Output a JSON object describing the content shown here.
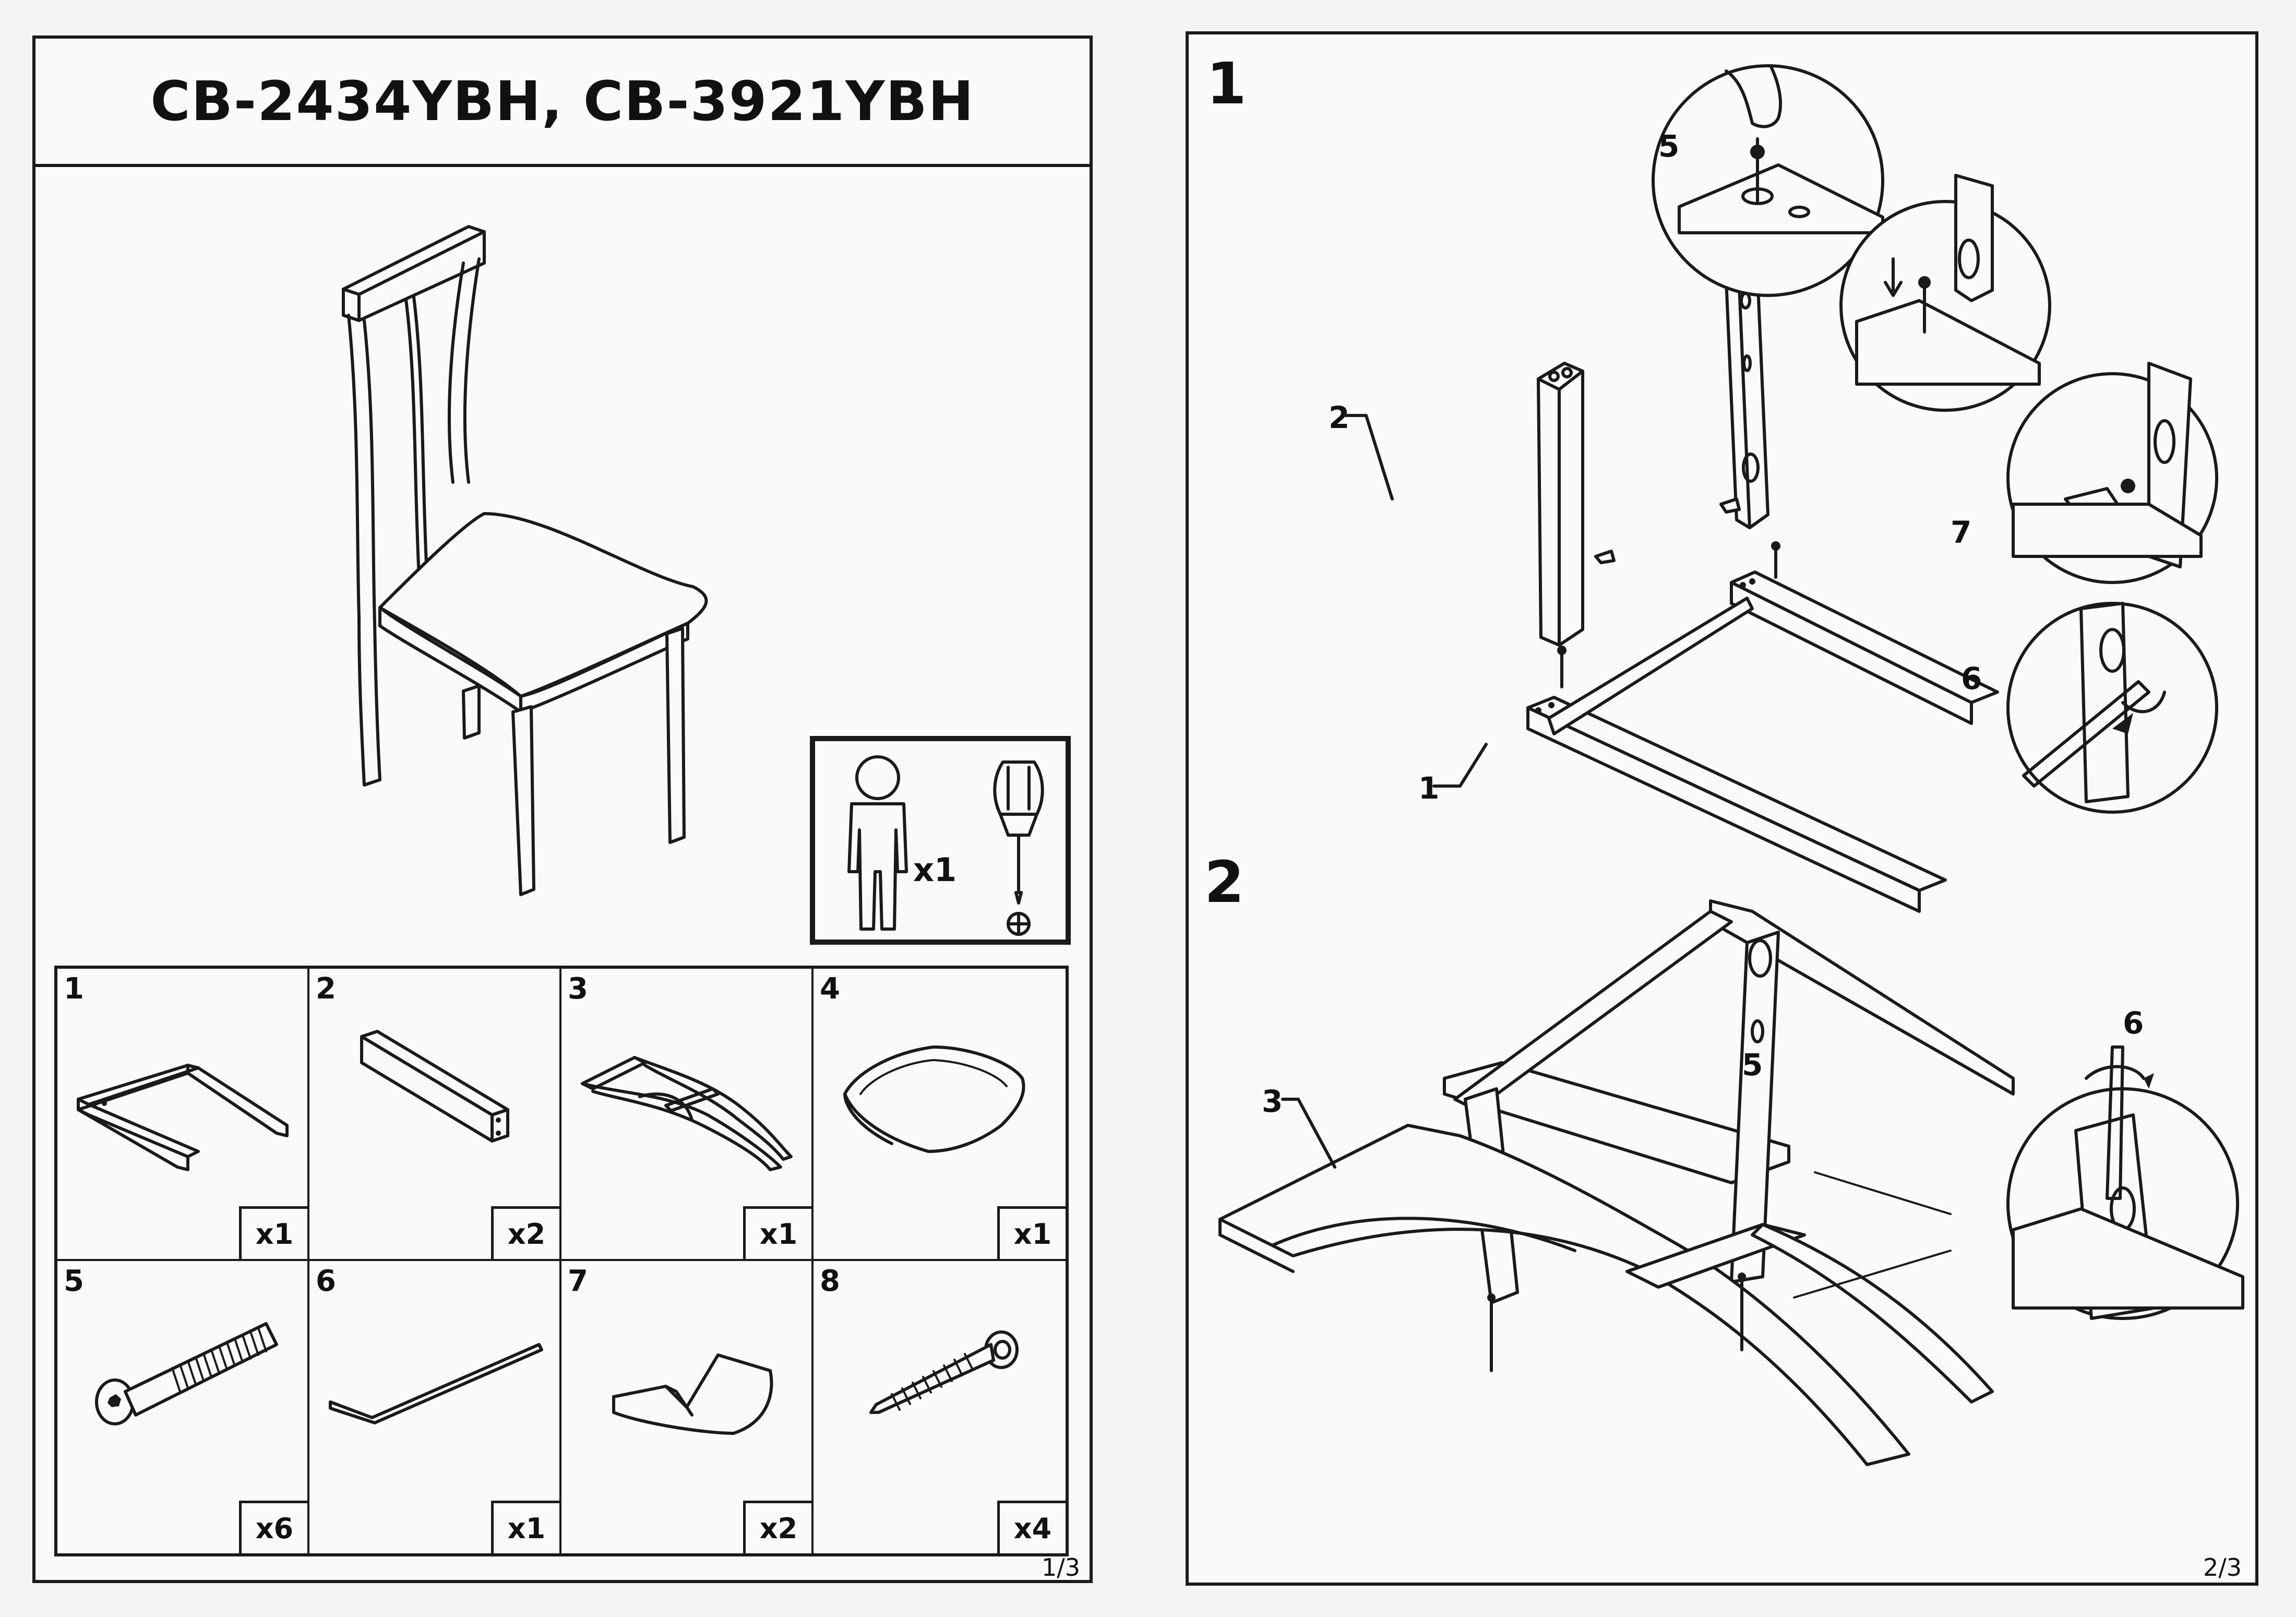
{
  "page1": {
    "title": "CB-2434YBH, CB-3921YBH",
    "tools": {
      "person_qty": "x1"
    },
    "parts": [
      {
        "number": "1",
        "qty": "x1",
        "icon": "base-frame-icon"
      },
      {
        "number": "2",
        "qty": "x2",
        "icon": "rail-icon"
      },
      {
        "number": "3",
        "qty": "x1",
        "icon": "backrest-frame-icon"
      },
      {
        "number": "4",
        "qty": "x1",
        "icon": "seat-cushion-icon"
      },
      {
        "number": "5",
        "qty": "x6",
        "icon": "bolt-icon"
      },
      {
        "number": "6",
        "qty": "x1",
        "icon": "allen-key-icon"
      },
      {
        "number": "7",
        "qty": "x2",
        "icon": "bracket-icon"
      },
      {
        "number": "8",
        "qty": "x4",
        "icon": "wood-screw-icon"
      }
    ],
    "page_number": "1/3"
  },
  "page2": {
    "steps": [
      {
        "number": "1",
        "callouts": [
          "2",
          "1",
          "5",
          "7",
          "6"
        ]
      },
      {
        "number": "2",
        "callouts": [
          "3",
          "5",
          "6"
        ]
      }
    ],
    "page_number": "2/3"
  }
}
